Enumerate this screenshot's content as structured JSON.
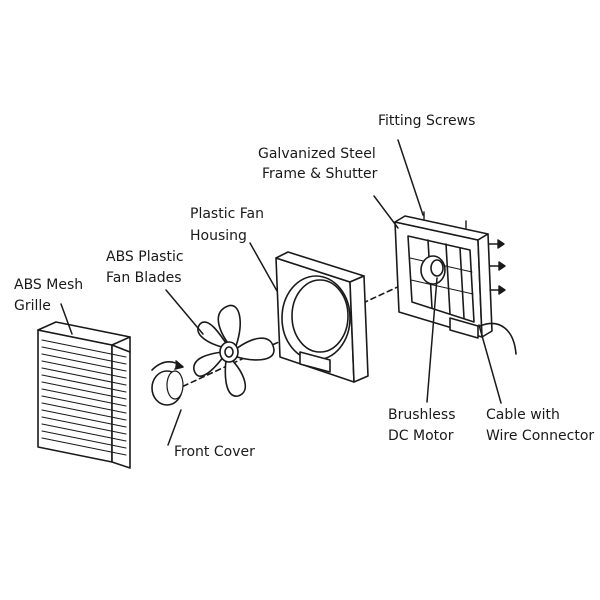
{
  "labels": {
    "fitting_screws": "Fitting Screws",
    "frame_line1": "Galvanized Steel",
    "frame_line2": "Frame & Shutter",
    "housing_line1": "Plastic Fan",
    "housing_line2": "Housing",
    "blades_line1": "ABS Plastic",
    "blades_line2": "Fan Blades",
    "grille_line1": "ABS Mesh",
    "grille_line2": "Grille",
    "front_cover": "Front Cover",
    "motor_line1": "Brushless",
    "motor_line2": "DC Motor",
    "cable_line1": "Cable with",
    "cable_line2": "Wire Connector"
  },
  "colors": {
    "ink": "#1a1a1a",
    "background": "#ffffff"
  }
}
